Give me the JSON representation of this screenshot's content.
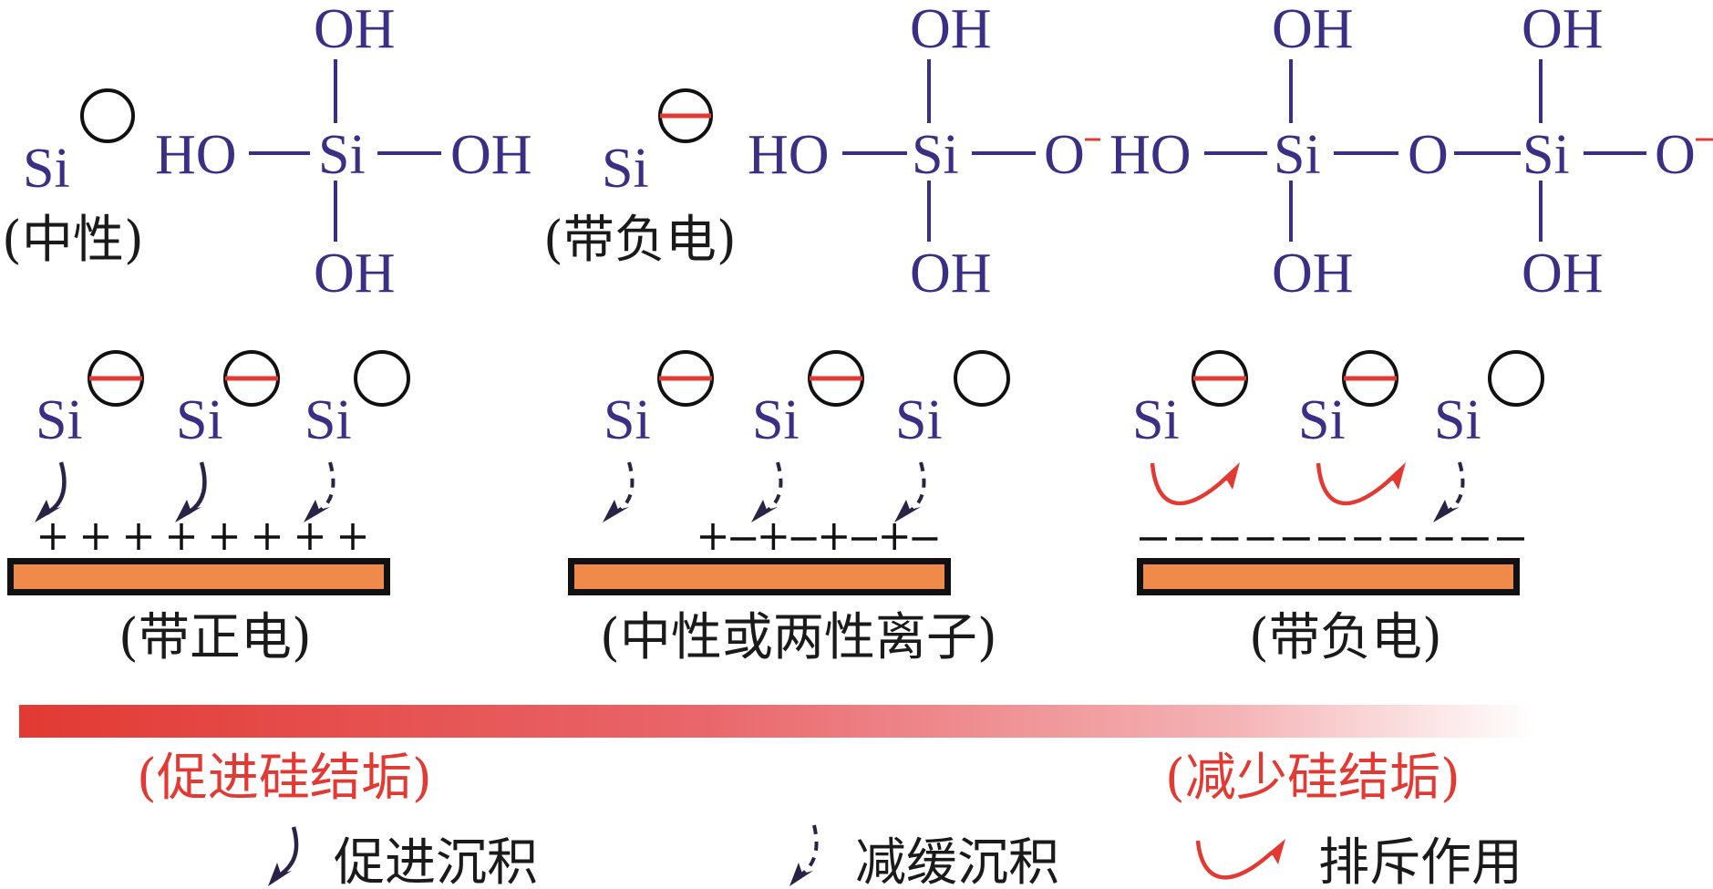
{
  "colors": {
    "chem_text": "#3a2f84",
    "negative_mark": "#e23a33",
    "plate_fill": "#f08a4b",
    "gradient_start": "#e23a33",
    "gradient_end": "#ffffff",
    "promote_text": "#e23a33",
    "repel_arrow": "#e23a33"
  },
  "top": {
    "neutral_species": {
      "symbol": "Si",
      "charge": "neutral",
      "label": "(中性)"
    },
    "neutral_structure": {
      "center": "Si",
      "top": "OH",
      "bottom": "OH",
      "left": "HO",
      "right": "OH"
    },
    "negative_species": {
      "symbol": "Si",
      "charge": "negative",
      "label": "(带负电)"
    },
    "negative_structure_1": {
      "center": "Si",
      "top": "OH",
      "bottom": "OH",
      "left": "HO",
      "right": "O",
      "right_charge": "−"
    },
    "negative_structure_2": {
      "left": "HO",
      "center_1": "Si",
      "top_1": "OH",
      "bottom_1": "OH",
      "bridge": "O",
      "center_2": "Si",
      "top_2": "OH",
      "bottom_2": "OH",
      "right": "O",
      "right_charge": "−"
    }
  },
  "panels": [
    {
      "surface_label": "(带正电)",
      "surface_charge": "positive",
      "surface_marks": [
        "+",
        "+",
        "+",
        "+",
        "+",
        "+",
        "+",
        "+"
      ],
      "particles": [
        {
          "symbol": "Si",
          "charge": "negative",
          "interaction": "promote"
        },
        {
          "symbol": "Si",
          "charge": "negative",
          "interaction": "promote"
        },
        {
          "symbol": "Si",
          "charge": "neutral",
          "interaction": "slow"
        }
      ]
    },
    {
      "surface_label": "(中性或两性离子)",
      "surface_charge": "zwitterionic",
      "surface_marks": [
        "+",
        "−",
        "+",
        "−",
        "+",
        "−",
        "+",
        "−"
      ],
      "particles": [
        {
          "symbol": "Si",
          "charge": "negative",
          "interaction": "slow"
        },
        {
          "symbol": "Si",
          "charge": "negative",
          "interaction": "slow"
        },
        {
          "symbol": "Si",
          "charge": "neutral",
          "interaction": "slow"
        }
      ]
    },
    {
      "surface_label": "(带负电)",
      "surface_charge": "negative",
      "surface_marks": [
        "−",
        "−",
        "−",
        "−",
        "−",
        "−",
        "−",
        "−",
        "−",
        "−",
        "−"
      ],
      "particles": [
        {
          "symbol": "Si",
          "charge": "negative",
          "interaction": "repel"
        },
        {
          "symbol": "Si",
          "charge": "negative",
          "interaction": "repel"
        },
        {
          "symbol": "Si",
          "charge": "neutral",
          "interaction": "slow"
        }
      ]
    }
  ],
  "gradient": {
    "left_label": "(促进硅结垢)",
    "right_label": "(减少硅结垢)"
  },
  "legend": [
    {
      "icon": "solid-curved-arrow-icon",
      "label": "促进沉积"
    },
    {
      "icon": "dashed-curved-arrow-icon",
      "label": "减缓沉积"
    },
    {
      "icon": "repel-arrow-icon",
      "label": "排斥作用"
    }
  ]
}
